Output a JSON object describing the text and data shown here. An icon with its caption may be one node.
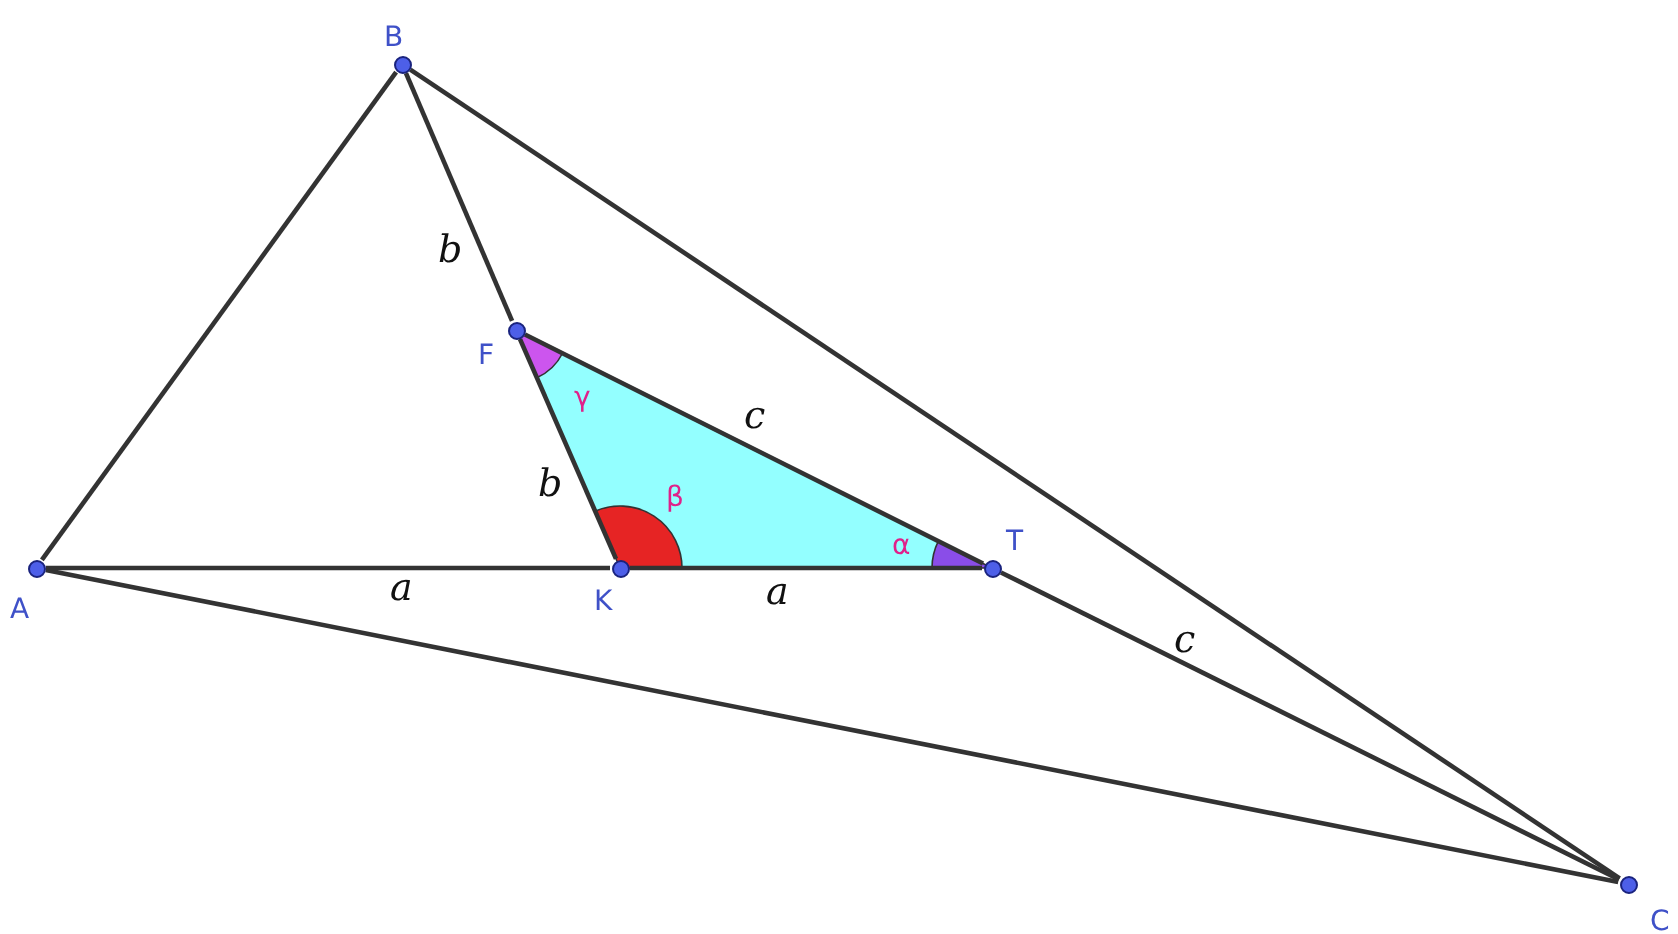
{
  "diagram": {
    "nodes": [
      {
        "text": [
          "A"
        ]
      },
      {
        "text": [
          "B"
        ]
      },
      {
        "text": [
          "C"
        ]
      },
      {
        "text": [
          "F"
        ]
      },
      {
        "text": [
          "K"
        ]
      },
      {
        "text": [
          "T"
        ]
      }
    ],
    "edges": [
      {
        "from": 0,
        "to": 1,
        "arrow": "none"
      },
      {
        "from": 1,
        "to": 2,
        "arrow": "none"
      },
      {
        "from": 0,
        "to": 2,
        "arrow": "none"
      },
      {
        "from": 1,
        "to": 3,
        "arrow": "none",
        "label": "b"
      },
      {
        "from": 3,
        "to": 4,
        "arrow": "none",
        "label": "b"
      },
      {
        "from": 0,
        "to": 4,
        "arrow": "none",
        "label": "a"
      },
      {
        "from": 4,
        "to": 5,
        "arrow": "none",
        "label": "a"
      },
      {
        "from": 3,
        "to": 5,
        "arrow": "none",
        "label": "c"
      },
      {
        "from": 5,
        "to": 2,
        "arrow": "none",
        "label": "c"
      }
    ],
    "labels": [
      "γ",
      "β",
      "α"
    ]
  }
}
